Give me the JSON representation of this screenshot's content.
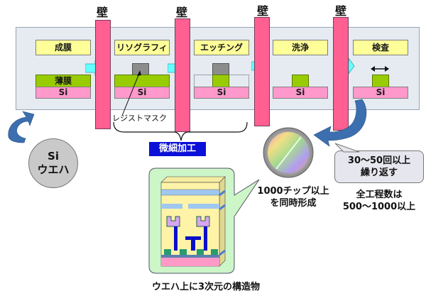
{
  "process_steps": [
    {
      "label": "成膜",
      "film_label": "薄膜",
      "substrate_label": "Si"
    },
    {
      "label": "リソグラフィ",
      "substrate_label": "Si"
    },
    {
      "label": "エッチング",
      "substrate_label": "Si"
    },
    {
      "label": "洗浄",
      "substrate_label": "Si"
    },
    {
      "label": "検査",
      "substrate_label": "Si",
      "measure_icon": "double-arrow"
    }
  ],
  "walls": [
    "壁",
    "壁",
    "壁",
    "壁"
  ],
  "annotations": {
    "resist_mask": "レジストマスク",
    "microfab": "微細加工",
    "wafer_line1": "Si",
    "wafer_line2": "ウエハ",
    "repeat_line1": "30～50回以上",
    "repeat_line2": "繰り返す",
    "total_line1": "全工程数は",
    "total_line2": "500～1000以上",
    "chips_line1": "1000チップ以上",
    "chips_line2": "を同時形成",
    "structure_caption": "ウエハ上に3次元の構造物"
  },
  "colors": {
    "panel": "#e6ebf2",
    "wall": "#ff5f91",
    "label_bg": "#ffff99",
    "substrate": "#ff99cc",
    "film": "#99cc00",
    "resist": "#8c8c8c",
    "arrow": "#66ffff",
    "curve_arrow": "#3c6fb0",
    "microfab_tag": "#0a10d8",
    "structure_bg": "#ccf5c8"
  }
}
